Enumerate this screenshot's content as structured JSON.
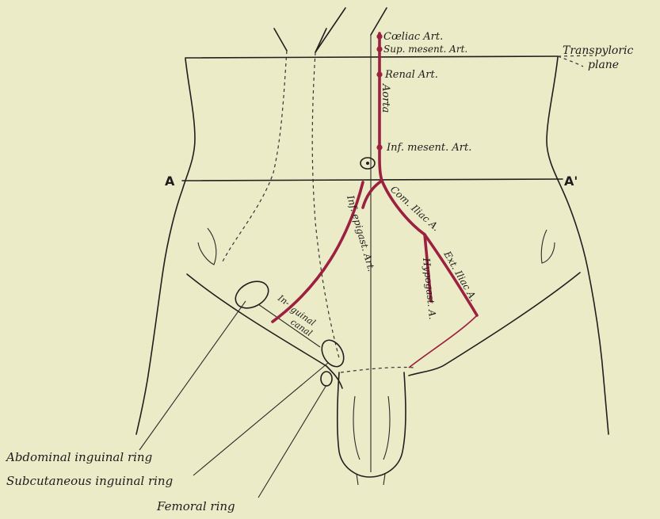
{
  "labels": {
    "coeliac": "Cœliac Art.",
    "sup_mesent": "Sup. mesent. Art.",
    "renal": "Renal Art.",
    "aorta": "Aorta",
    "inf_mesent": "Inf. mesent. Art.",
    "transpyloric_1": "Transpyloric",
    "transpyloric_2": "plane",
    "a_left": "A",
    "a_right": "A'",
    "inf_epigast": "Inf. epigast. Art.",
    "com_iliac": "Com. Iliac A.",
    "ext_iliac": "Ext. Iliac A.",
    "hypogast": "Hypogast. A.",
    "inguinal": "Inguinal canal",
    "inguinal_1": "In-",
    "inguinal_2": "guinal",
    "inguinal_3": "canal",
    "abdominal_ring": "Abdominal inguinal ring",
    "subcutaneous_ring": "Subcutaneous inguinal ring",
    "femoral_ring": "Femoral ring"
  },
  "colors": {
    "background": "#ecebc7",
    "ink": "#1f1f1f",
    "artery": "#9c2140"
  }
}
